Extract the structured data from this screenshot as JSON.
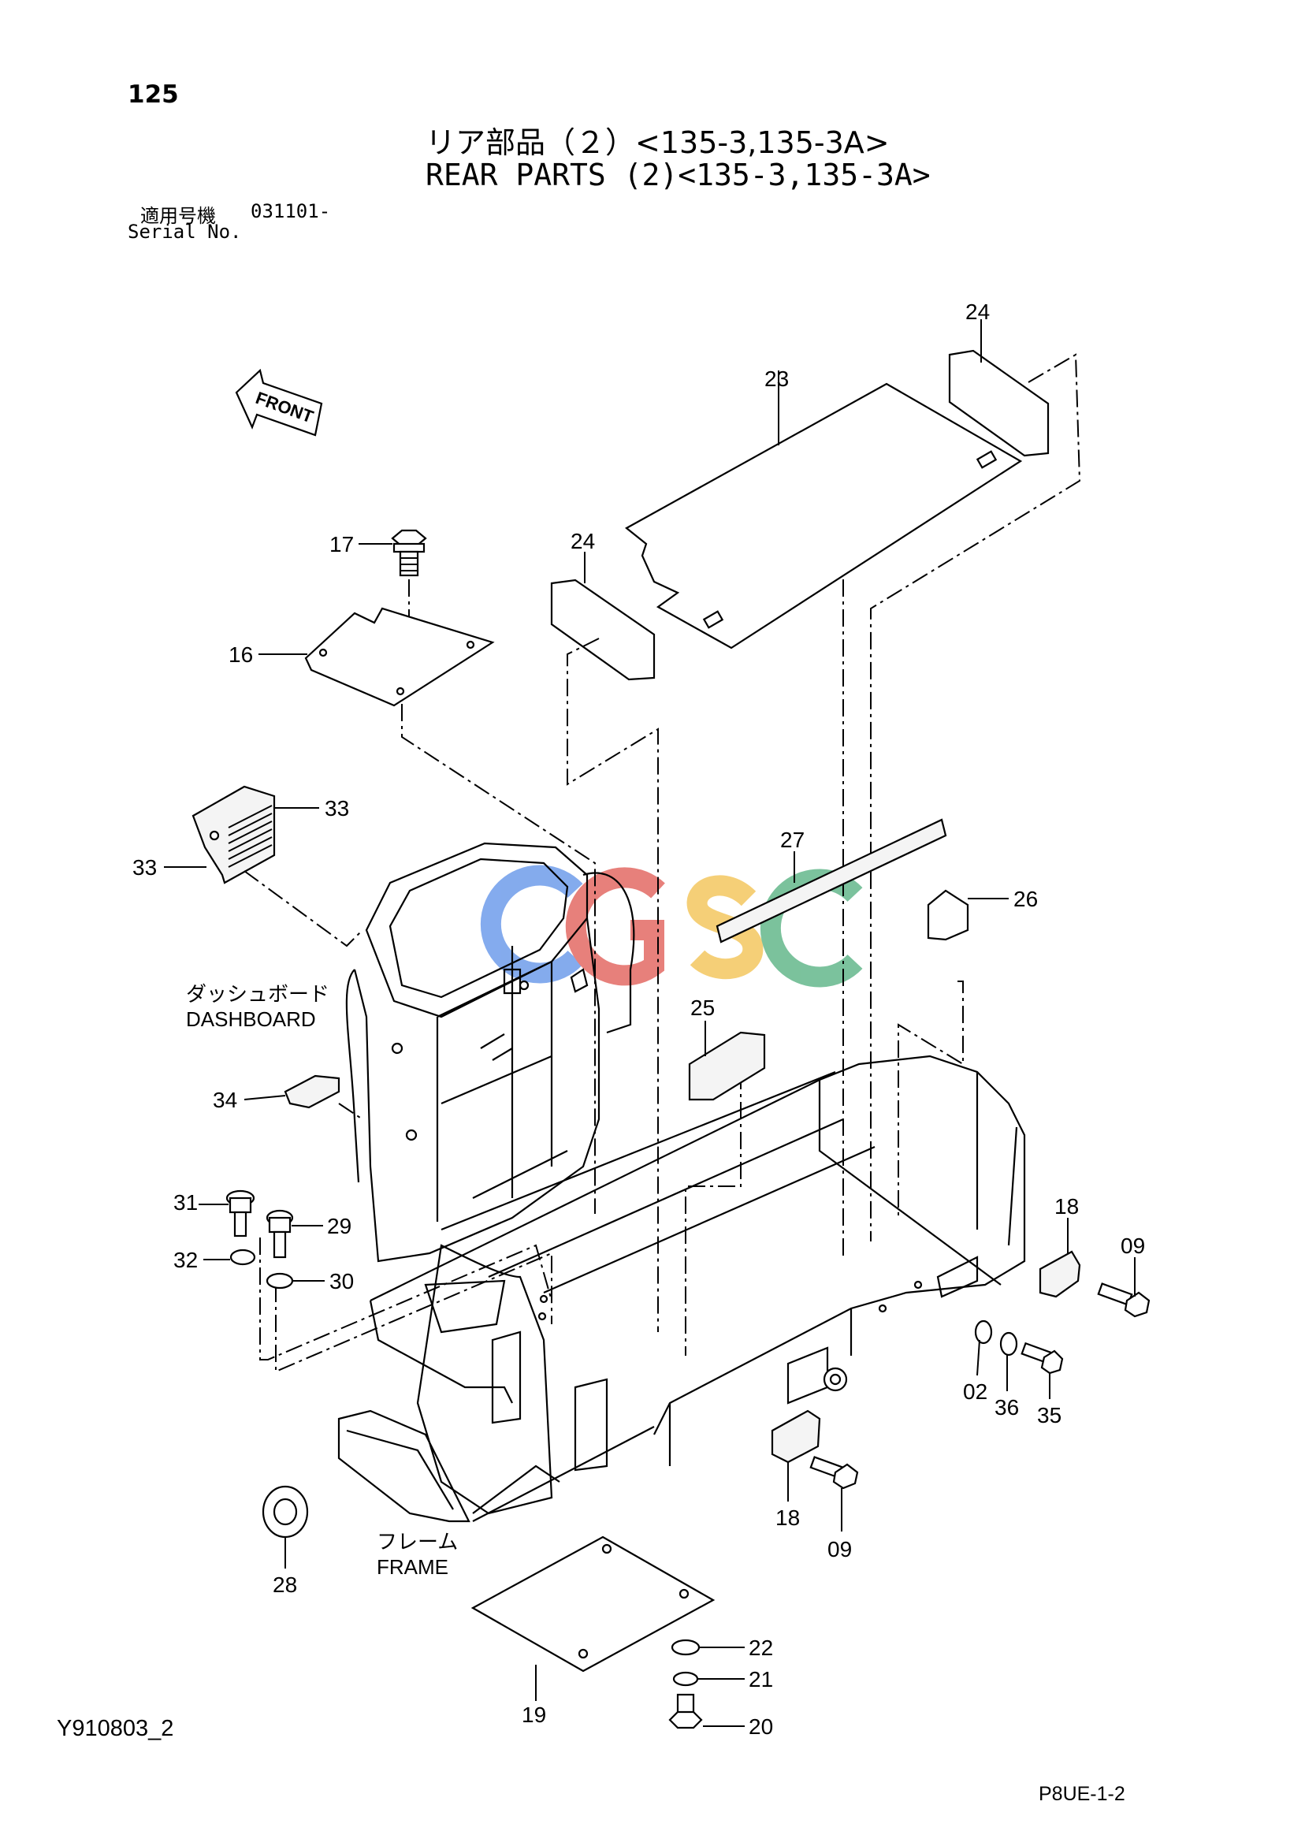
{
  "page": {
    "number": "125",
    "title_ja": "リア部品（２）<135-3,135-3A>",
    "title_en": "REAR PARTS (2)<135-3,135-3A>",
    "serial_label_ja": "適用号機",
    "serial_value": "031101-",
    "serial_label_en": "Serial No.",
    "drawing_id": "Y910803_2",
    "page_code": "P8UE-1-2"
  },
  "diagram": {
    "front_indicator": "FRONT",
    "watermark": "CGSC",
    "assembly_labels": {
      "dashboard_ja": "ダッシュボード",
      "dashboard_en": "DASHBOARD",
      "frame_ja": "フレーム",
      "frame_en": "FRAME"
    },
    "callouts": [
      "24",
      "23",
      "24",
      "17",
      "16",
      "33",
      "33",
      "27",
      "26",
      "25",
      "34",
      "31",
      "29",
      "32",
      "30",
      "18",
      "09",
      "02",
      "36",
      "35",
      "18",
      "09",
      "28",
      "22",
      "21",
      "19",
      "20"
    ]
  }
}
